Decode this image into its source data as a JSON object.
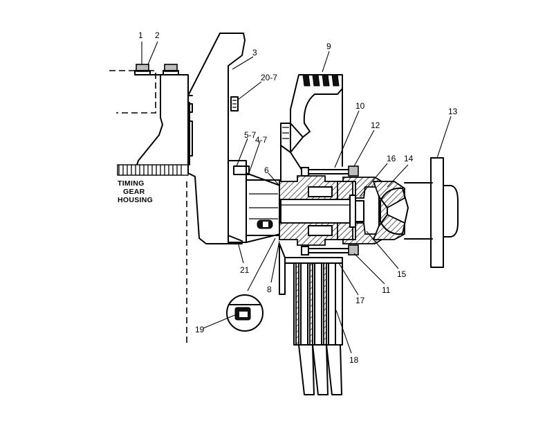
{
  "callouts": {
    "c1": "1",
    "c2": "2",
    "c3": "3",
    "c20_7": "20-7",
    "c9": "9",
    "c10": "10",
    "c12": "12",
    "c13": "13",
    "c16": "16",
    "c14": "14",
    "c5_7": "5-7",
    "c4_7": "4-7",
    "c6": "6",
    "c21": "21",
    "c8": "8",
    "c15": "15",
    "c11": "11",
    "c17": "17",
    "c19": "19",
    "c18": "18"
  },
  "housing_label": {
    "line1": "TIMING",
    "line2": "GEAR",
    "line3": "HOUSING"
  }
}
